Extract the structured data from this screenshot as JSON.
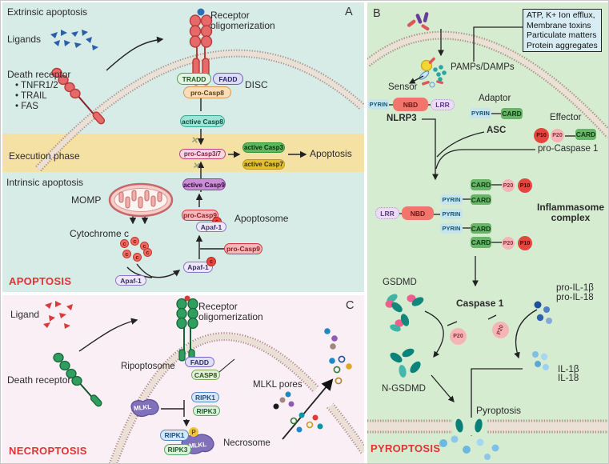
{
  "icons": {
    "cleave": "✕",
    "phospho": "P",
    "cyt_c": "c"
  },
  "colors": {
    "panel_a_bg": "#d7ebe7",
    "panel_b_bg": "#d5ecd1",
    "panel_c_bg": "#faeff5",
    "execution_band": "#f6e1a4",
    "pathway_red": "#e23333",
    "membrane_fill": "#ebe0d6",
    "membrane_stipple": "#b48c87",
    "receptor_red": "#e66a6a",
    "receptor_green": "#2f9e5f",
    "ligand_blue": "#2b5fa8",
    "ligand_red": "#d93a3a",
    "mlkl_purple": "#8071ba"
  },
  "panel_a": {
    "label": "A",
    "extrinsic_title": "Extrinsic apoptosis",
    "ligands": "Ligands",
    "death_receptor": "Death receptor",
    "receptors": [
      "TNFR1/2",
      "TRAIL",
      "FAS"
    ],
    "receptor_oligomerization": "Receptor oligomerization",
    "tradd": "TRADD",
    "fadd": "FADD",
    "disc": "DISC",
    "pro_casp8": "pro-Casp8",
    "active_casp8": "active Casp8",
    "execution_phase": "Execution phase",
    "pro_casp37": "pro-Casp3/7",
    "active_casp3": "active Casp3",
    "active_casp7": "active Casp7",
    "apoptosis": "Apoptosis",
    "intrinsic_title": "Intrinsic apoptosis",
    "momp": "MOMP",
    "active_casp9": "active Casp9",
    "pro_casp9": "pro-Casp9",
    "apaf1": "Apaf-1",
    "apoptosome": "Apoptosome",
    "cytochrome_c": "Cytochrome c",
    "footer": "APOPTOSIS"
  },
  "panel_b": {
    "label": "B",
    "stimuli_box": [
      "ATP, K+ Ion efflux,",
      "Membrane toxins",
      "Particulate matters",
      "Protein aggregates"
    ],
    "pamps_damps": "PAMPs/DAMPs",
    "sensor": "Sensor",
    "pyrin": "PYRIN",
    "nbd": "NBD",
    "lrr": "LRR",
    "nlrp3": "NLRP3",
    "adaptor": "Adaptor",
    "card": "CARD",
    "asc": "ASC",
    "effector": "Effector",
    "p10": "P10",
    "p20": "P20",
    "pro_caspase1": "pro-Caspase 1",
    "inflammasome_line1": "Inflammasome",
    "inflammasome_line2": "complex",
    "gsdmd": "GSDMD",
    "caspase1": "Caspase 1",
    "pro_il1b": "pro-IL-1β",
    "pro_il18": "pro-IL-18",
    "n_gsdmd": "N-GSDMD",
    "il1b": "IL-1β",
    "il18": "IL-18",
    "pyroptosis": "Pyroptosis",
    "footer": "PYROPTOSIS"
  },
  "panel_c": {
    "label": "C",
    "ligand": "Ligand",
    "death_receptor": "Death receptor",
    "receptor_oligomerization": "Receptor oligomerization",
    "ripoptosome": "Ripoptosome",
    "fadd": "FADD",
    "casp8": "CASP8",
    "ripk1": "RIPK1",
    "ripk3": "RIPK3",
    "mlkl": "MLKL",
    "necrosome": "Necrosome",
    "mlkl_pores": "MLKL pores",
    "footer": "NECROPTOSIS"
  }
}
